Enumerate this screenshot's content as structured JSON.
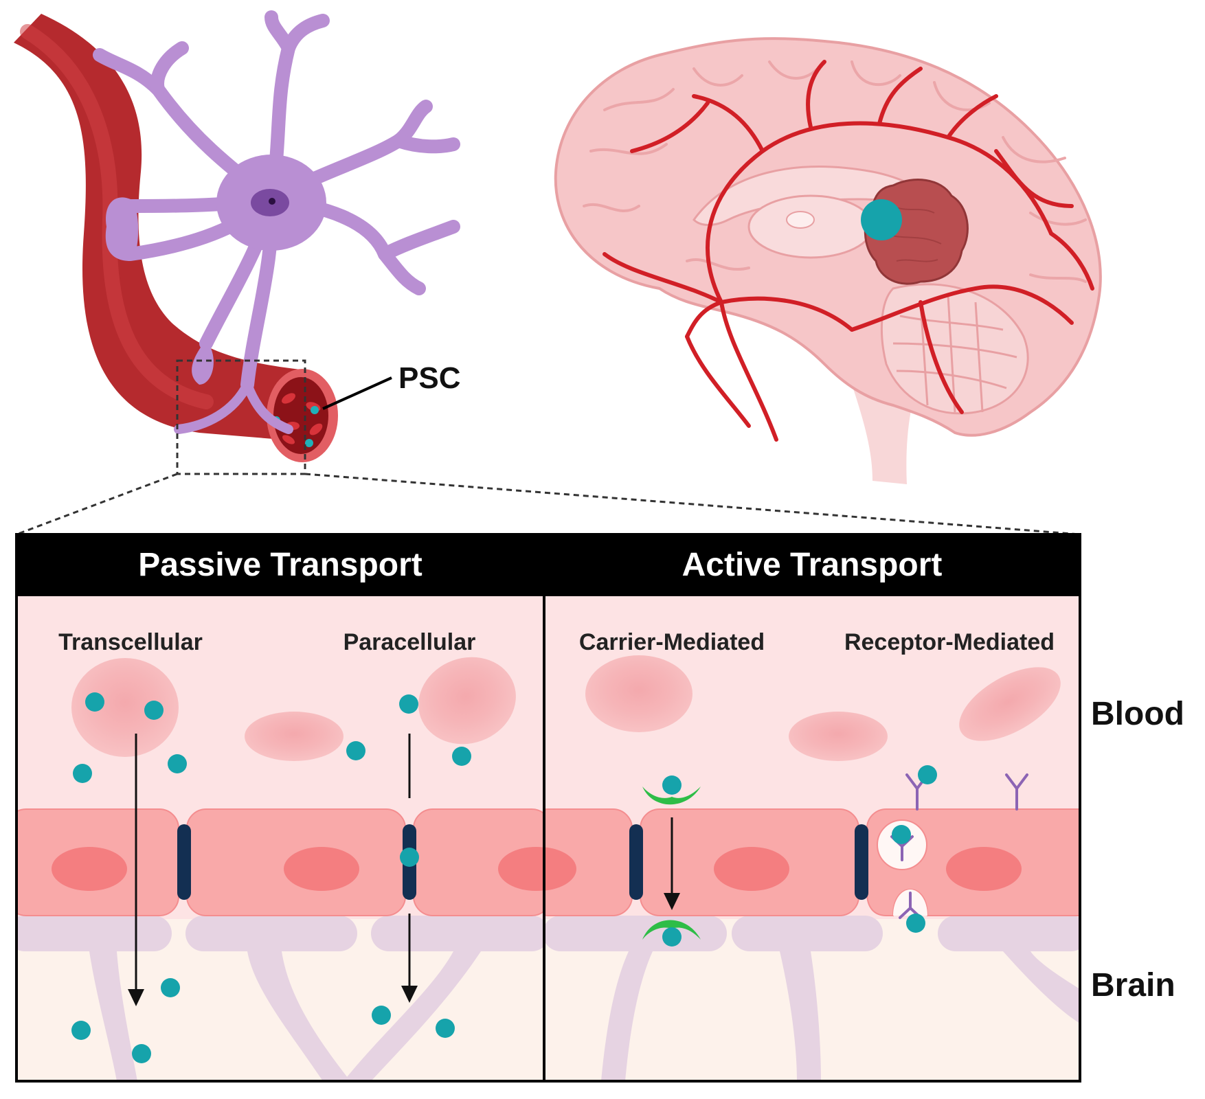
{
  "labels": {
    "psc": "PSC",
    "blood": "Blood",
    "brain": "Brain"
  },
  "panels": {
    "passive": {
      "title": "Passive Transport",
      "routes": [
        "Transcellular",
        "Paracellular"
      ]
    },
    "active": {
      "title": "Active Transport",
      "routes": [
        "Carrier-Mediated",
        "Receptor-Mediated"
      ]
    }
  },
  "colors": {
    "vessel": "#b52a2e",
    "astrocyte": "#b98fd3",
    "brain_tissue": "#f6c6c8",
    "arteries": "#d11f26",
    "tumor": "#b84e50",
    "particle": "#16a3ab",
    "blood_zone": "#fde3e4",
    "brain_zone": "#fdf2eb",
    "endothelium": "#f9a9a9",
    "nucleus": "#f47e80",
    "tight_junction": "#132f52",
    "astro_foot": "#e6d3e2",
    "rbc": "#f8b7ba",
    "carrier": "#2ebd47",
    "receptor": "#8c64b4",
    "header_bar": "#000000"
  }
}
